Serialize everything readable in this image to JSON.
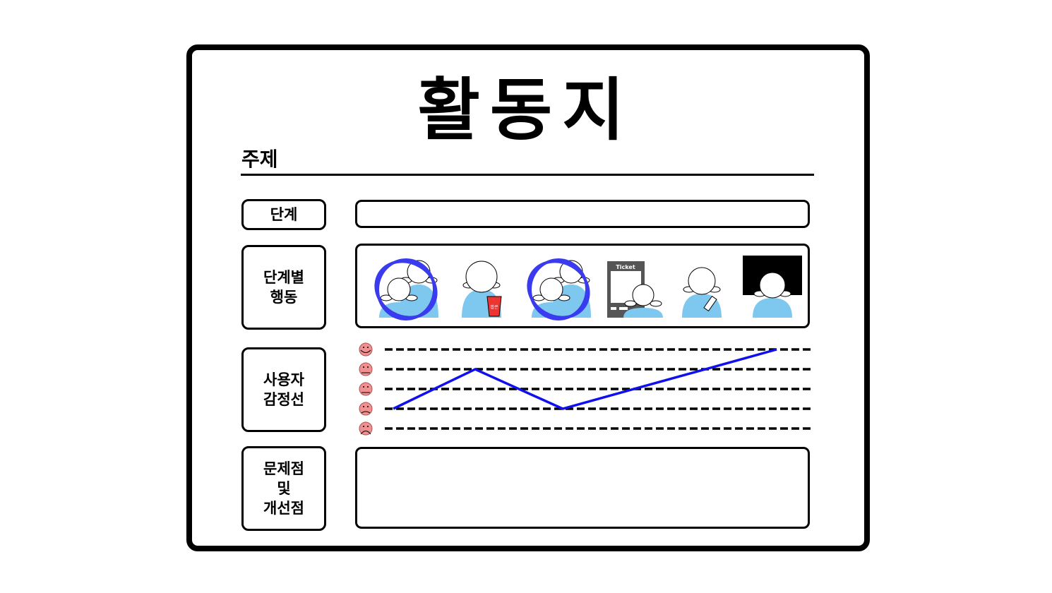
{
  "title": "활동지",
  "topic_label": "주제",
  "rows": [
    {
      "label": "단계"
    },
    {
      "label": "단계별\n행동"
    },
    {
      "label": "사용자\n감정선"
    },
    {
      "label": "문제점\n및\n개선점"
    }
  ],
  "illustrations": {
    "ticket_label": "Ticket",
    "popcorn_label": "팝콘"
  },
  "emotion_levels": [
    "very-happy",
    "happy",
    "neutral",
    "sad",
    "very-sad"
  ],
  "emotion_curve": [
    {
      "step": 1,
      "level": 2
    },
    {
      "step": 2,
      "level": 4
    },
    {
      "step": 3,
      "level": 2
    },
    {
      "step": 4,
      "level": 5
    }
  ],
  "colors": {
    "line": "#1010ee",
    "person": "#7ec8f0",
    "face": "#f09090",
    "circle": "#3a3aee"
  }
}
